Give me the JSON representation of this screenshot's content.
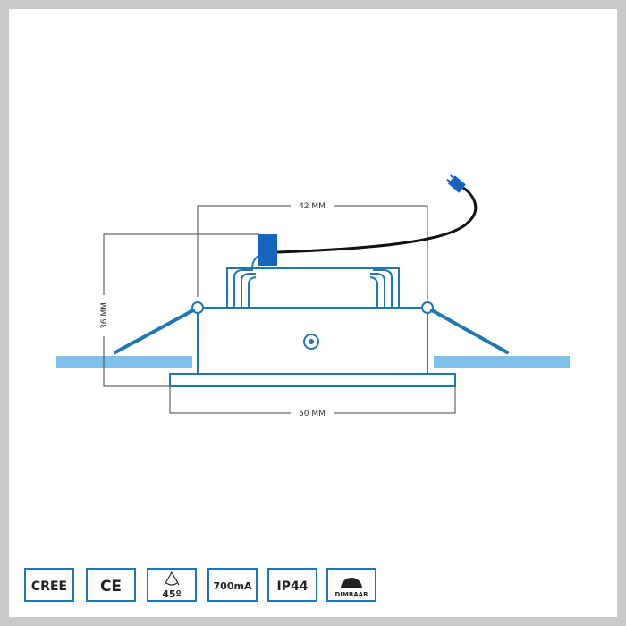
{
  "dimensions": {
    "width_top": "42 MM",
    "height": "36 MM",
    "width_bottom": "50 MM"
  },
  "badges": [
    {
      "label": "CREE"
    },
    {
      "label": "CE"
    },
    {
      "label": "45º"
    },
    {
      "label": "700mA"
    },
    {
      "label": "IP44"
    },
    {
      "label": "DIMBAAR"
    }
  ],
  "colors": {
    "outline_blue": "#1f78b4",
    "ceiling_blue": "#7fc0ea",
    "connector_blue": "#1565c0",
    "cable": "#111111",
    "dimension_line": "#444444",
    "frame_gray": "#c9c9c9"
  }
}
